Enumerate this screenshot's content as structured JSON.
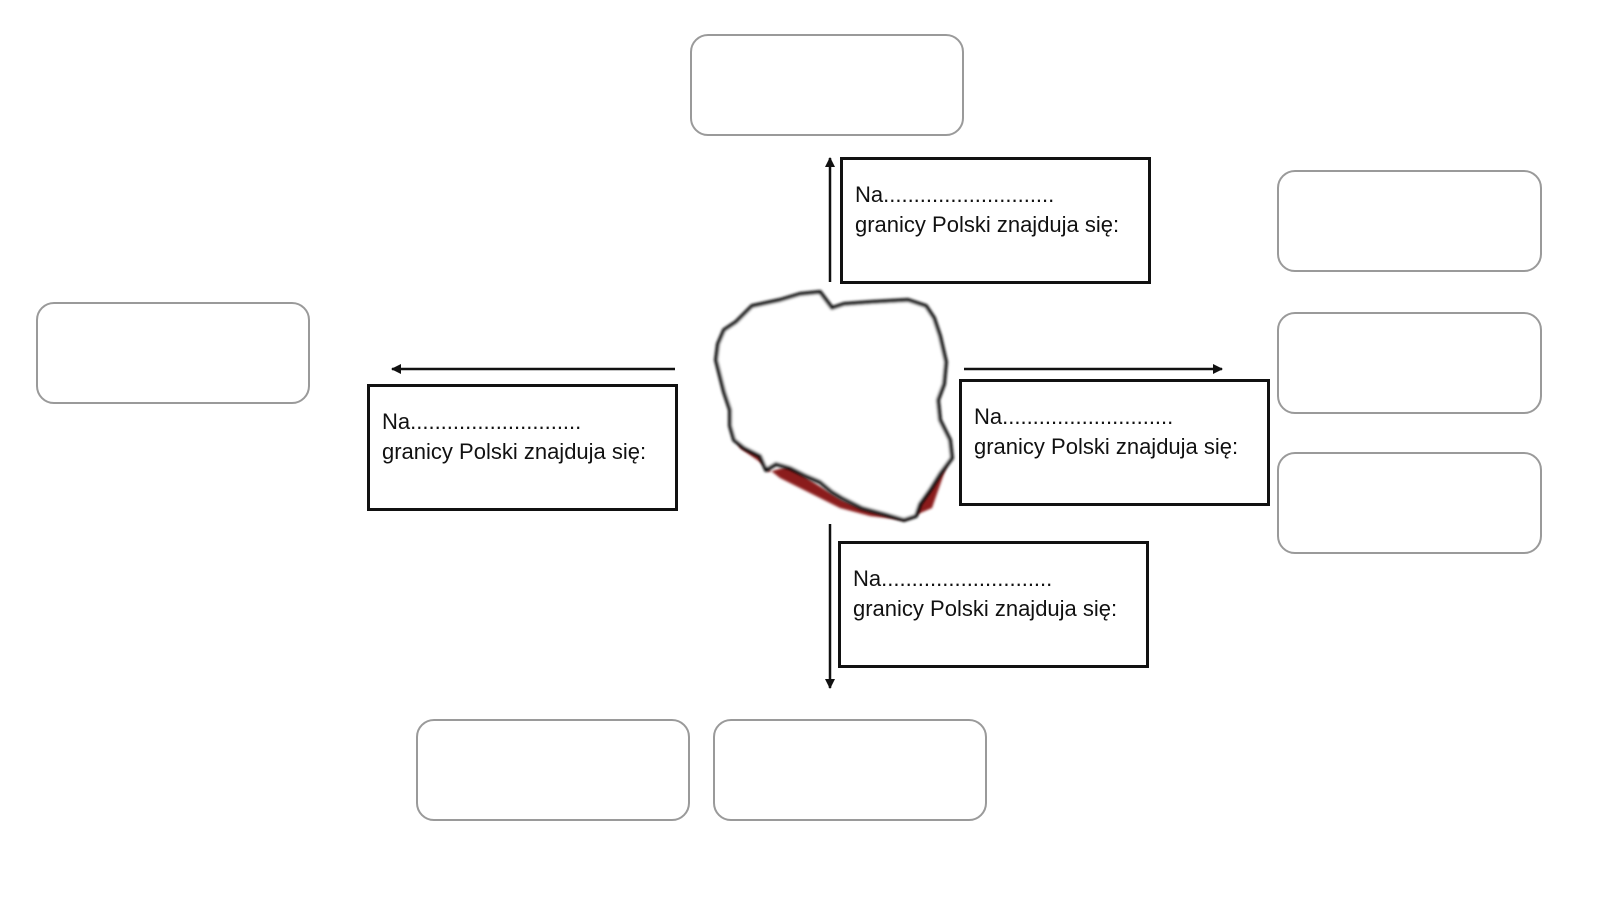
{
  "labels": {
    "north": {
      "line1": "Na............................",
      "line2": "granicy Polski znajduja się:"
    },
    "west": {
      "line1": "Na............................",
      "line2": "granicy Polski znajduja się:"
    },
    "east": {
      "line1": "Na............................",
      "line2": "granicy Polski znajduja się:"
    },
    "south": {
      "line1": "Na............................",
      "line2": "granicy Polski znajduja się:"
    }
  },
  "colors": {
    "stroke": "#111111",
    "answer_border": "#9a9a9a",
    "map_fill": "#ffffff",
    "map_shadow": "#8b1a1a"
  }
}
